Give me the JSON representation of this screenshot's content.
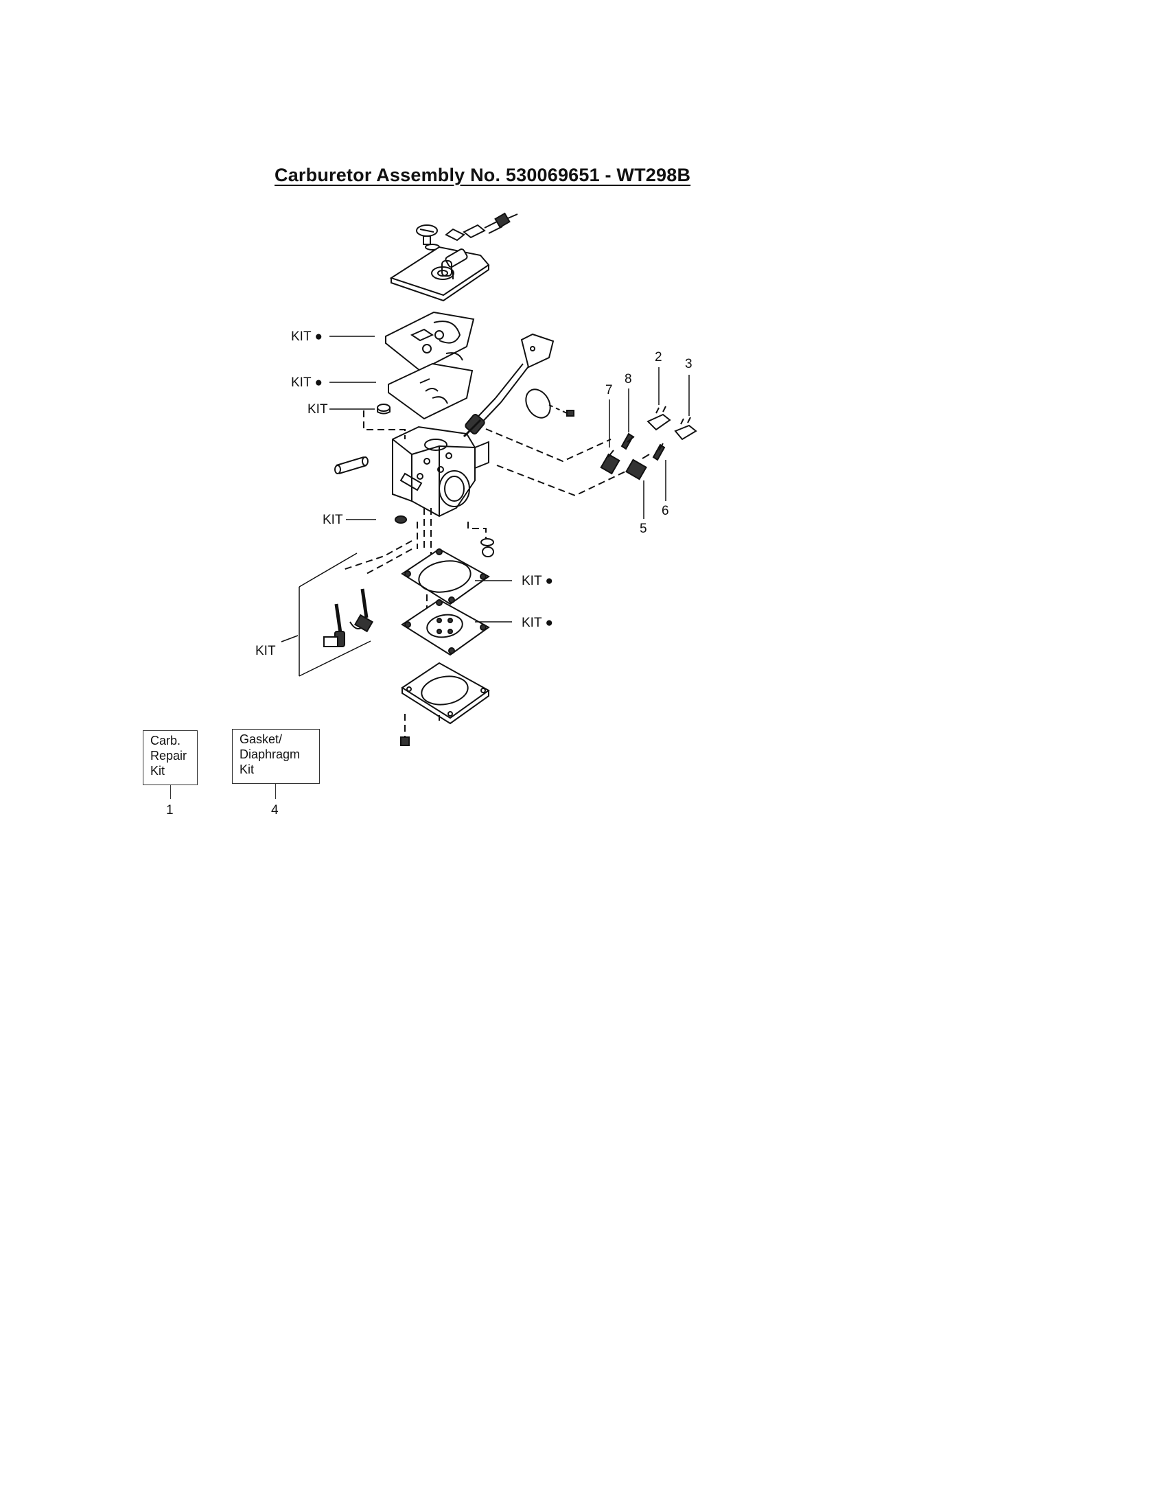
{
  "title": "Carburetor Assembly No. 530069651 - WT298B",
  "labels": {
    "kit": "KIT",
    "kit_dot": "KIT ●",
    "kit_dash": "KIT ——",
    "callouts": [
      "2",
      "3",
      "7",
      "8",
      "5",
      "6"
    ]
  },
  "boxes": [
    {
      "lines": [
        "Carb.",
        "Repair",
        "Kit"
      ],
      "number": "1"
    },
    {
      "lines": [
        "Gasket/",
        "Diaphragm",
        "Kit"
      ],
      "number": "4"
    }
  ]
}
